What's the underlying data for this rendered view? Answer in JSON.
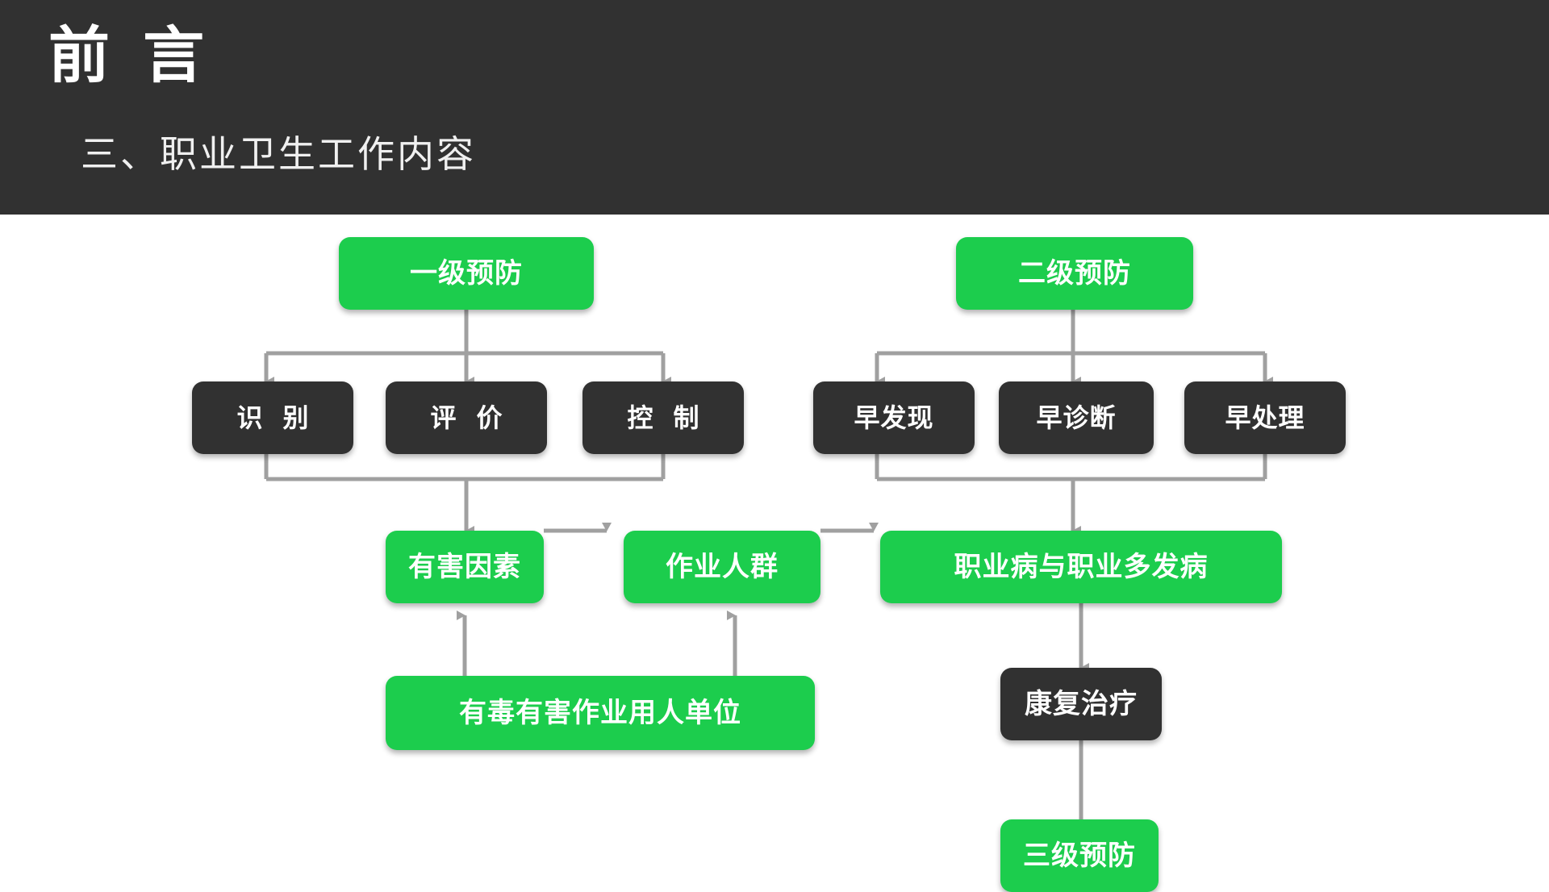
{
  "header": {
    "title": "前 言",
    "subtitle": "三、职业卫生工作内容"
  },
  "colors": {
    "header_background": "#313131",
    "slide_background": "#ffffff",
    "green_accent": "#1ccd4d",
    "dark_node": "#313131",
    "connector": "#a0a0a0",
    "node_text": "#ffffff"
  },
  "diagram": {
    "type": "flowchart",
    "nodes": [
      {
        "id": "primary-prevention",
        "label": "一级预防",
        "style": "green"
      },
      {
        "id": "secondary-prevention",
        "label": "二级预防",
        "style": "green"
      },
      {
        "id": "identify",
        "label": "识 别",
        "style": "dark"
      },
      {
        "id": "evaluate",
        "label": "评 价",
        "style": "dark"
      },
      {
        "id": "control",
        "label": "控 制",
        "style": "dark"
      },
      {
        "id": "early-detection",
        "label": "早发现",
        "style": "dark"
      },
      {
        "id": "early-diagnosis",
        "label": "早诊断",
        "style": "dark"
      },
      {
        "id": "early-treatment",
        "label": "早处理",
        "style": "dark"
      },
      {
        "id": "harmful-factors",
        "label": "有害因素",
        "style": "green"
      },
      {
        "id": "working-population",
        "label": "作业人群",
        "style": "green"
      },
      {
        "id": "occupational-disease",
        "label": "职业病与职业多发病",
        "style": "green"
      },
      {
        "id": "employer-unit",
        "label": "有毒有害作业用人单位",
        "style": "green"
      },
      {
        "id": "rehabilitation",
        "label": "康复治疗",
        "style": "dark"
      },
      {
        "id": "tertiary-prevention",
        "label": "三级预防",
        "style": "green"
      }
    ],
    "edges": [
      {
        "from": "primary-prevention",
        "to": "identify"
      },
      {
        "from": "primary-prevention",
        "to": "evaluate"
      },
      {
        "from": "primary-prevention",
        "to": "control"
      },
      {
        "from": "secondary-prevention",
        "to": "early-detection"
      },
      {
        "from": "secondary-prevention",
        "to": "early-diagnosis"
      },
      {
        "from": "secondary-prevention",
        "to": "early-treatment"
      },
      {
        "from": "identify",
        "to": "harmful-factors"
      },
      {
        "from": "evaluate",
        "to": "harmful-factors"
      },
      {
        "from": "control",
        "to": "harmful-factors"
      },
      {
        "from": "early-detection",
        "to": "occupational-disease"
      },
      {
        "from": "early-diagnosis",
        "to": "occupational-disease"
      },
      {
        "from": "early-treatment",
        "to": "occupational-disease"
      },
      {
        "from": "harmful-factors",
        "to": "working-population"
      },
      {
        "from": "working-population",
        "to": "occupational-disease"
      },
      {
        "from": "employer-unit",
        "to": "harmful-factors"
      },
      {
        "from": "employer-unit",
        "to": "working-population"
      },
      {
        "from": "occupational-disease",
        "to": "rehabilitation"
      },
      {
        "from": "rehabilitation",
        "to": "tertiary-prevention"
      }
    ]
  }
}
